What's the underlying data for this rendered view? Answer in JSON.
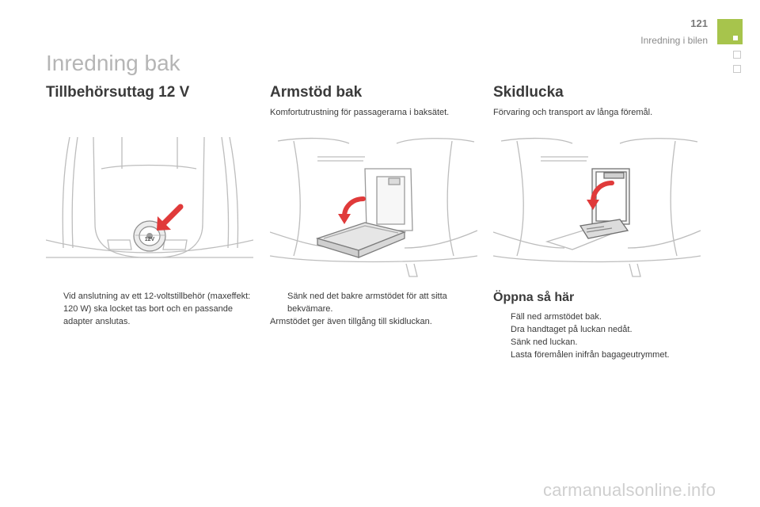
{
  "header": {
    "page_number": "121",
    "section": "Inredning i bilen"
  },
  "page_title": "Inredning bak",
  "columns": [
    {
      "heading": "Tillbehörsuttag 12 V",
      "bullets": [
        "Vid anslutning av ett 12-voltstillbehör (maxeffekt: 120 W) ska locket tas bort och en passande adapter anslutas."
      ],
      "figure_label": "12V"
    },
    {
      "heading": "Armstöd bak",
      "intro": "Komfortutrustning för passagerarna i baksätet.",
      "bullets": [
        "Sänk ned det bakre armstödet för att sitta bekvämare."
      ],
      "note": "Armstödet ger även tillgång till skidluckan."
    },
    {
      "heading": "Skidlucka",
      "intro": "Förvaring och transport av långa föremål.",
      "subheading": "Öppna så här",
      "bullets": [
        "Fäll ned armstödet bak.",
        "Dra handtaget på luckan nedåt.",
        "Sänk ned luckan.",
        "Lasta föremålen inifrån bagageutrymmet."
      ]
    }
  ],
  "bullet_marker": "",
  "watermark": "carmanualsonline.info",
  "colors": {
    "accent_tab": "#a7c44c",
    "arrow_red": "#e03a3a",
    "title_gray": "#b5b5b5"
  }
}
